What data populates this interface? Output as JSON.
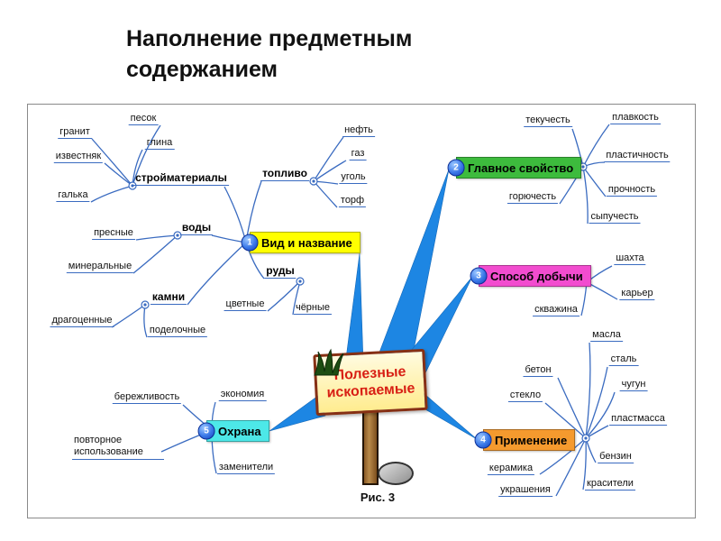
{
  "title": {
    "line1": "Наполнение предметным",
    "line2": "содержанием"
  },
  "caption": "Рис. 3",
  "center": {
    "line1": "Полезные",
    "line2": "ископаемые"
  },
  "colors": {
    "line_blue": "#3a6bc0",
    "ray_blue": "#1d86e3",
    "sign_text_red": "#d81f14",
    "sign_bg": "#ffec8f",
    "topic_vid": "#ffff00",
    "topic_svojstvo": "#3dbb3d",
    "topic_dobycha": "#f24ccf",
    "topic_primenenie": "#f59a2e",
    "topic_ohrana": "#4de8e8"
  },
  "topics": {
    "vid": {
      "num": "1",
      "label": "Вид и название",
      "color": "#ffff00"
    },
    "svojstvo": {
      "num": "2",
      "label": "Главное свойство",
      "color": "#3dbb3d"
    },
    "dobycha": {
      "num": "3",
      "label": "Способ добычи",
      "color": "#f24ccf"
    },
    "primenenie": {
      "num": "4",
      "label": "Применение",
      "color": "#f59a2e"
    },
    "ohrana": {
      "num": "5",
      "label": "Охрана",
      "color": "#4de8e8"
    }
  },
  "hubs": {
    "stroymaterialy": "стройматериалы",
    "toplivo": "топливо",
    "vody": "воды",
    "kamni": "камни",
    "rudy": "руды"
  },
  "leaves": {
    "granit": "гранит",
    "pesok": "песок",
    "glina": "глина",
    "izvestnyak": "известняк",
    "galka": "галька",
    "neft": "нефть",
    "gaz": "газ",
    "ugol": "уголь",
    "torf": "торф",
    "presnye": "пресные",
    "mineralnye": "минеральные",
    "dragotsennye": "драгоценные",
    "podelochnye": "поделочные",
    "tsvetnye": "цветные",
    "chyornye": "чёрные",
    "tekuchest": "текучесть",
    "plavkost": "плавкость",
    "plastichnost": "пластичность",
    "prochnost": "прочность",
    "sypuchest": "сыпучесть",
    "goryuchest": "горючесть",
    "shakhta": "шахта",
    "karyer": "карьер",
    "skvazhina": "скважина",
    "masla": "масла",
    "stal": "сталь",
    "chugun": "чугун",
    "plastmassa": "пластмасса",
    "benzin": "бензин",
    "krasiteli": "красители",
    "ukrasheniya": "украшения",
    "keramika": "керамика",
    "steklo": "стекло",
    "beton": "бетон",
    "berezhlivost": "бережливость",
    "ekonomiya": "экономия",
    "povtornoe": "повторное использование",
    "zameniteli": "заменители"
  }
}
